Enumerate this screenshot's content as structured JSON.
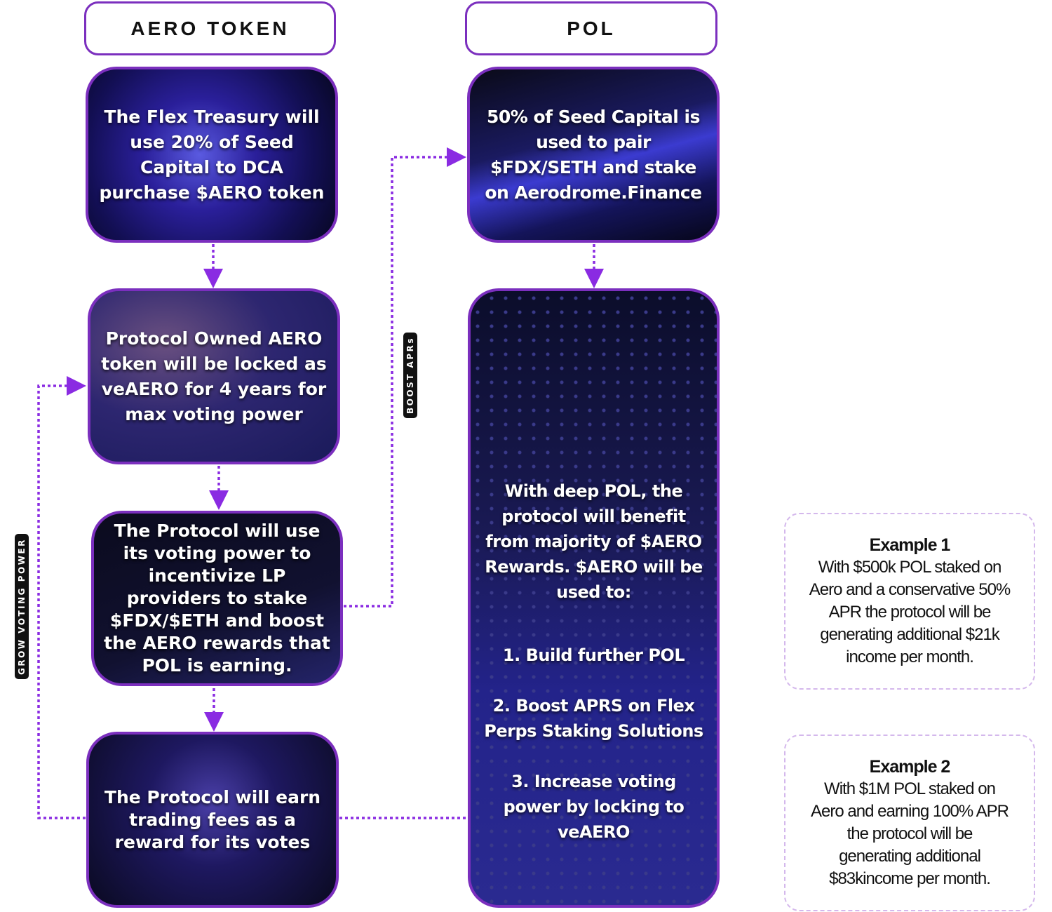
{
  "headers": {
    "aero": "AERO TOKEN",
    "pol": "POL"
  },
  "aero_column": [
    "The Flex Treasury will use 20% of Seed Capital to DCA purchase $AERO token",
    "Protocol Owned AERO token will be locked as veAERO for 4 years for max voting power",
    "The Protocol will use its voting power to incentivize LP providers to stake $FDX/$ETH and boost the AERO rewards that POL is earning.",
    "The Protocol will earn trading fees as a reward for its votes"
  ],
  "pol_column": {
    "card1": "50% of Seed Capital is used to pair $FDX/SETH and stake on Aerodrome.Finance",
    "card2": {
      "intro": "With deep POL, the protocol will benefit from majority of $AERO Rewards. $AERO will be used to:",
      "items": [
        "1. Build further POL",
        "2. Boost APRS on Flex Perps Staking Solutions",
        "3. Increase voting power by locking to veAERO"
      ]
    }
  },
  "labels": {
    "boost": "BOOST APRs",
    "grow": "GROW VOTING POWER"
  },
  "examples": [
    {
      "title": "Example 1",
      "text": "With $500k POL staked on Aero and a conservative 50% APR the protocol will be generating additional $21k income per month."
    },
    {
      "title": "Example 2",
      "text": "With $1M POL staked on Aero and earning 100% APR the protocol will be generating additional $83kincome per month."
    }
  ],
  "colors": {
    "accent": "#7b2fbe",
    "connector": "#8a2be2",
    "example_border": "#d4b8ec"
  }
}
